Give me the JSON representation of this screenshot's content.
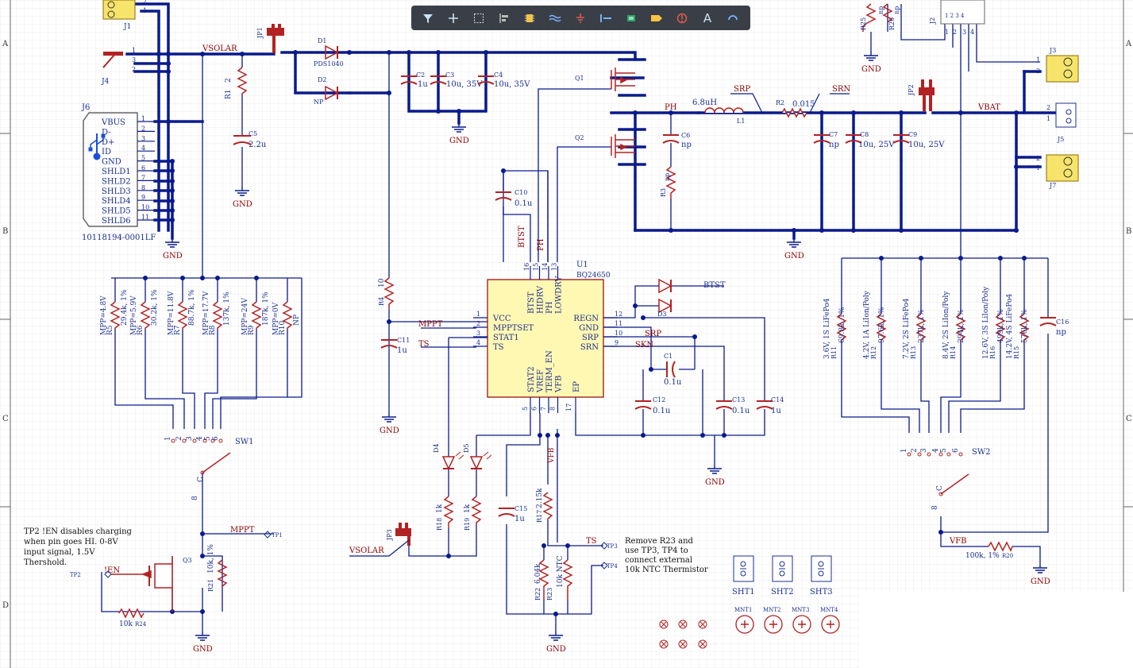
{
  "border": {
    "rows": [
      "A",
      "B",
      "C",
      "D"
    ]
  },
  "toolbar": {
    "icons": [
      "filter-icon",
      "crosshair-icon",
      "select-rect-icon",
      "align-icon",
      "component-icon",
      "wire-icon",
      "ground-icon",
      "bus-icon",
      "part-icon",
      "port-icon",
      "probe-icon",
      "text-icon",
      "arc-icon"
    ],
    "text_tool": "A"
  },
  "nets": {
    "vsolar": "VSOLAR",
    "vsolar2": "VSOLAR",
    "mppt": "MPPT",
    "mppt2": "MPPT",
    "ts": "TS",
    "ts2": "TS",
    "srp": "SRP",
    "srp2": "SRP",
    "srn": "SRN",
    "skn": "SKN",
    "btst": "BTST",
    "btst_v": "BTST",
    "ph": "PH",
    "ph_v": "PH",
    "vbat": "VBAT",
    "vfb_v": "VFB",
    "vfb": "VFB",
    "en": "!EN",
    "gnd": "GND"
  },
  "u1": {
    "ref": "U1",
    "part": "BQ24650",
    "left_pins": [
      {
        "num": "1",
        "name": "VCC"
      },
      {
        "num": "2",
        "name": "MPPTSET"
      },
      {
        "num": "3",
        "name": "STAT1"
      },
      {
        "num": "4",
        "name": "TS"
      }
    ],
    "right_pins": [
      {
        "num": "12",
        "name": "REGN"
      },
      {
        "num": "11",
        "name": "GND"
      },
      {
        "num": "10",
        "name": "SRP"
      },
      {
        "num": "9",
        "name": "SRN"
      }
    ],
    "top_pins": [
      {
        "num": "16",
        "name": "BTST"
      },
      {
        "num": "15",
        "name": "HIDRV"
      },
      {
        "num": "14",
        "name": "PH"
      },
      {
        "num": "13",
        "name": "LOWDRV"
      }
    ],
    "bottom_pins": [
      {
        "num": "5",
        "name": "STAT2"
      },
      {
        "num": "6",
        "name": "VREF"
      },
      {
        "num": "7",
        "name": "TERM_EN"
      },
      {
        "num": "8",
        "name": "VFB"
      }
    ],
    "ep_num": "17",
    "ep": "EP"
  },
  "j6": {
    "ref": "J6",
    "part": "10118194-0001LF",
    "pins": [
      {
        "n": "1",
        "name": "VBUS"
      },
      {
        "n": "2",
        "name": "D-"
      },
      {
        "n": "3",
        "name": "D+"
      },
      {
        "n": "4",
        "name": "ID"
      },
      {
        "n": "5",
        "name": "GND"
      },
      {
        "n": "6",
        "name": "SHLD1"
      },
      {
        "n": "7",
        "name": "SHLD2"
      },
      {
        "n": "8",
        "name": "SHLD3"
      },
      {
        "n": "9",
        "name": "SHLD4"
      },
      {
        "n": "10",
        "name": "SHLD5"
      },
      {
        "n": "11",
        "name": "SHLD6"
      }
    ]
  },
  "parts": {
    "j1": "J1",
    "j4": "J4",
    "j4p1": "1",
    "j4p3": "3",
    "j4p2": "2",
    "j1p2": "2",
    "j1p1": "1",
    "jp1": "JP1",
    "jp2": "JP2",
    "jp3": "JP3",
    "d1": "D1",
    "d1v": "PDS1040",
    "d2": "D2",
    "d2v": "NP",
    "d3": "D3",
    "d4": "D4",
    "d5": "D5",
    "r1": "R1",
    "r1v": "2",
    "c5": "C5",
    "c5v": "2.2u",
    "c2": "C2",
    "c2v": "1u",
    "c3": "C3",
    "c3v": "10u, 35V",
    "c4": "C4",
    "c4v": "10u, 35V",
    "q1": "Q1",
    "q2": "Q2",
    "q3": "Q3",
    "l1": "L1",
    "l1v": "6.8uH",
    "r2": "R2",
    "r2v": "0.015",
    "c6": "C6",
    "c6v": "np",
    "r3": "R3",
    "r3v": "np",
    "c7": "C7",
    "c7v": "np",
    "c8": "C8",
    "c8v": "10u, 25V",
    "c9": "C9",
    "c9v": "10u, 25V",
    "c10": "C10",
    "c10v": "0.1u",
    "c11": "C11",
    "c11v": "1u",
    "r4": "R4",
    "r4v": "10",
    "c1": "C1",
    "c1v": "0.1u",
    "c12": "C12",
    "c12v": "0.1u",
    "c13": "C13",
    "c13v": "0.1u",
    "c14": "C14",
    "c14v": "1u",
    "c15": "C15",
    "c15v": "1u",
    "c16": "C16",
    "c16v": "np",
    "r17": "R17",
    "r17v": "2.15k",
    "r18": "R18",
    "r18v": "1k",
    "r19": "R19",
    "r19v": "1k",
    "r21": "R21",
    "r21v": "10k, 1%",
    "r22": "R22",
    "r22v": "6.04k",
    "r23": "R23",
    "r23v": "10k NTC",
    "r24": "R24",
    "r24v": "10k",
    "r20": "R20",
    "r20v": "100k, 1%",
    "r25": "R25",
    "r25v": "np",
    "r26": "R26",
    "r26v": "np",
    "j2": "J2",
    "j3": "J3",
    "j5": "J5",
    "j7": "J7",
    "sw1": "SW1",
    "sw2": "SW2",
    "tp1": "TP1",
    "tp2": "TP2",
    "tp3": "TP3",
    "tp4": "TP4"
  },
  "mppt_divider": [
    {
      "ref": "R5",
      "val": "MPP=4.8V",
      "v2": "29.4k, 1%"
    },
    {
      "ref": "R6",
      "val": "MPP=5.9V",
      "v2": "30.2k, 1%"
    },
    {
      "ref": "R7",
      "val": "MPP=11.8V",
      "v2": "88.7k, 1%"
    },
    {
      "ref": "R8",
      "val": "MPP=17.7V",
      "v2": "137k, 1%"
    },
    {
      "ref": "R9",
      "val": "MPP=24V",
      "v2": "187k, 1%"
    },
    {
      "ref": "R10",
      "val": "MPP=0V",
      "v2": "NP"
    }
  ],
  "vfb_divider": [
    {
      "ref": "R11",
      "val": "3.6V, 1S LiFePo4",
      "v2": "69.8k, 1%"
    },
    {
      "ref": "R12",
      "val": "4.2V, 1A LiIon/Poly",
      "v2": "97.6k, 1%"
    },
    {
      "ref": "R13",
      "val": "7.2V, 2S LiFePo4",
      "v2": "237k, 1%"
    },
    {
      "ref": "R14",
      "val": "8.4V, 2S LiIon/Poly",
      "v2": "294k, 1%"
    },
    {
      "ref": "R16",
      "val": "12.6V, 3S LiIon/Poly",
      "v2": "499k, 1%"
    },
    {
      "ref": "R15",
      "val": "14.2V, 4S LiFePo4",
      "v2": "576k, 1%"
    }
  ],
  "sw_pins": [
    "1",
    "2",
    "3",
    "4",
    "5",
    "6"
  ],
  "sw_common": "8",
  "sw_c": "C",
  "shunts": [
    "SHT1",
    "SHT2",
    "SHT3"
  ],
  "mounts": [
    "MNT1",
    "MNT2",
    "MNT3",
    "MNT4"
  ],
  "notes": {
    "tp2_note": [
      "TP2 !EN disables charging",
      "when pin goes HI. 0-8V",
      "input signal, 1.5V",
      "Thershold."
    ],
    "ntc_note": [
      "Remove R23 and",
      "use TP3, TP4 to",
      "connect external",
      "10k NTC Thermistor"
    ]
  },
  "colors": {
    "wire": "#00008b",
    "part": "#b22222",
    "text": "#1c2f8f",
    "body": "#fff8b3",
    "grid": "#eef0ef",
    "net": "#8b0000"
  }
}
